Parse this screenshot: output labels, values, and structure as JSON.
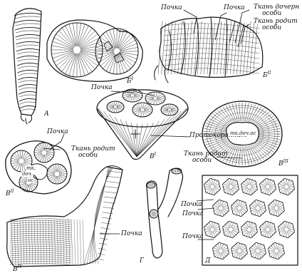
{
  "figures": {
    "A": {
      "letter": "А"
    },
    "B1": {
      "letter": "Б",
      "numeral": "I"
    },
    "B2": {
      "letter": "Б",
      "numeral": "II"
    },
    "V1": {
      "letter": "В",
      "numeral": "I"
    },
    "V2": {
      "letter": "В",
      "numeral": "II"
    },
    "V3": {
      "letter": "В",
      "numeral": "III"
    },
    "V4": {
      "letter": "В",
      "numeral": "IV"
    },
    "G": {
      "letter": "Г"
    },
    "D": {
      "letter": "Д"
    }
  },
  "labels": {
    "pochka": "Почка",
    "tkan_docherni_1": "Ткань дочерн",
    "tkan_docherni_2": "особи",
    "tkan_rodit_1": "Ткань родит",
    "tkan_rodit_2": "особи",
    "protokorallit": "Протокораллит",
    "tkan_rodit_v2_1": "Ткань родит",
    "tkan_rodit_v2_2": "особи",
    "tkan_rodit_v3_1": "Ткань родит",
    "tkan_rodit_v3_2": "особи",
    "tk_doch_os": "тк.доч.ос",
    "tk_1": "тк.",
    "tk_2": "доч.",
    "tk_3": "ос"
  }
}
